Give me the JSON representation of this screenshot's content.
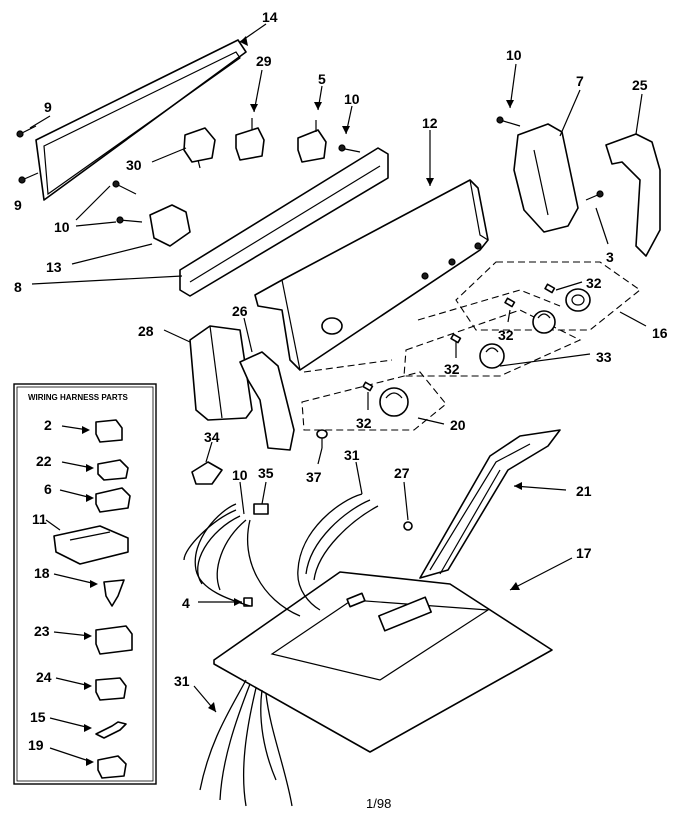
{
  "callouts": [
    {
      "id": "14",
      "text": "14"
    },
    {
      "id": "29",
      "text": "29"
    },
    {
      "id": "5",
      "text": "5"
    },
    {
      "id": "10a",
      "text": "10"
    },
    {
      "id": "10b",
      "text": "10"
    },
    {
      "id": "7",
      "text": "7"
    },
    {
      "id": "25",
      "text": "25"
    },
    {
      "id": "9a",
      "text": "9"
    },
    {
      "id": "9b",
      "text": "9"
    },
    {
      "id": "30",
      "text": "30"
    },
    {
      "id": "12",
      "text": "12"
    },
    {
      "id": "10c",
      "text": "10"
    },
    {
      "id": "3",
      "text": "3"
    },
    {
      "id": "13",
      "text": "13"
    },
    {
      "id": "8",
      "text": "8"
    },
    {
      "id": "32a",
      "text": "32"
    },
    {
      "id": "16",
      "text": "16"
    },
    {
      "id": "28",
      "text": "28"
    },
    {
      "id": "26",
      "text": "26"
    },
    {
      "id": "32b",
      "text": "32"
    },
    {
      "id": "33",
      "text": "33"
    },
    {
      "id": "32c",
      "text": "32"
    },
    {
      "id": "32d",
      "text": "32"
    },
    {
      "id": "20",
      "text": "20"
    },
    {
      "id": "34",
      "text": "34"
    },
    {
      "id": "37",
      "text": "37"
    },
    {
      "id": "31a",
      "text": "31"
    },
    {
      "id": "27",
      "text": "27"
    },
    {
      "id": "21",
      "text": "21"
    },
    {
      "id": "10d",
      "text": "10"
    },
    {
      "id": "35",
      "text": "35"
    },
    {
      "id": "17",
      "text": "17"
    },
    {
      "id": "4",
      "text": "4"
    },
    {
      "id": "31b",
      "text": "31"
    }
  ],
  "wiring_box": {
    "title": "WIRING HARNESS PARTS",
    "items": [
      {
        "id": "2",
        "text": "2"
      },
      {
        "id": "22",
        "text": "22"
      },
      {
        "id": "6",
        "text": "6"
      },
      {
        "id": "11",
        "text": "11"
      },
      {
        "id": "18",
        "text": "18"
      },
      {
        "id": "23",
        "text": "23"
      },
      {
        "id": "24",
        "text": "24"
      },
      {
        "id": "15",
        "text": "15"
      },
      {
        "id": "19",
        "text": "19"
      }
    ]
  },
  "footer": {
    "date": "1/98"
  }
}
